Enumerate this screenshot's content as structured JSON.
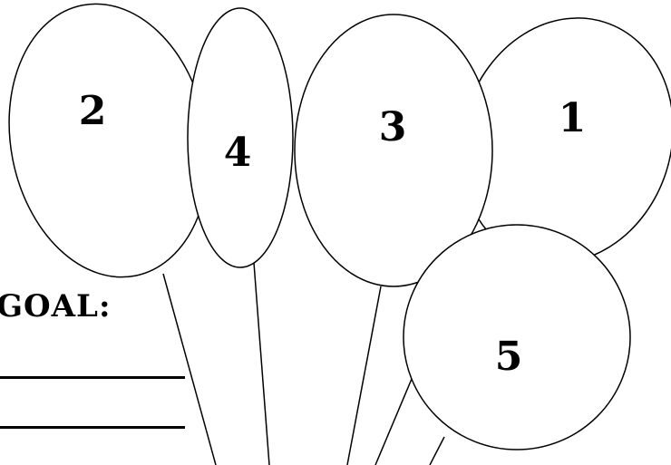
{
  "worksheet": {
    "goal_label": "GOAL:",
    "balloons": [
      {
        "number": "2"
      },
      {
        "number": "4"
      },
      {
        "number": "3"
      },
      {
        "number": "1"
      },
      {
        "number": "5"
      }
    ]
  }
}
